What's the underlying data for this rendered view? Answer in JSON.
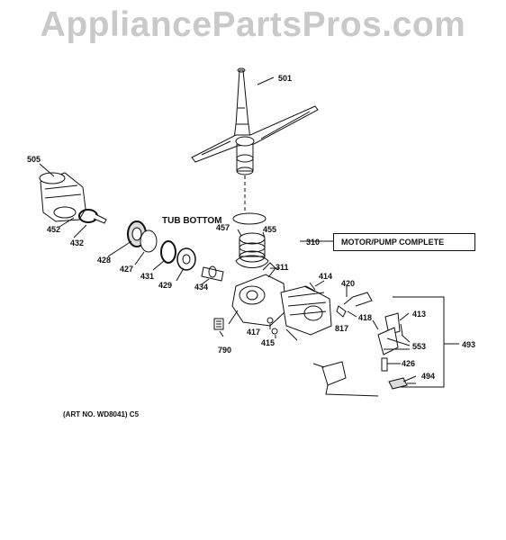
{
  "watermark": "AppliancePartsPros.com",
  "labels": {
    "p501": "501",
    "p505": "505",
    "p452": "452",
    "p432": "432",
    "p428": "428",
    "p427": "427",
    "p431": "431",
    "p429": "429",
    "p434": "434",
    "p457": "457",
    "p455": "455",
    "p311": "311",
    "p414": "414",
    "p420": "420",
    "p418": "418",
    "p413": "413",
    "p553": "553",
    "p493": "493",
    "p817": "817",
    "p417": "417",
    "p415": "415",
    "p790": "790",
    "p426": "426",
    "p494": "494",
    "p310": "310"
  },
  "tub_bottom": "TUB BOTTOM",
  "motor_pump_label": "MOTOR/PUMP COMPLETE",
  "art_no": "(ART NO. WD8041) C5"
}
